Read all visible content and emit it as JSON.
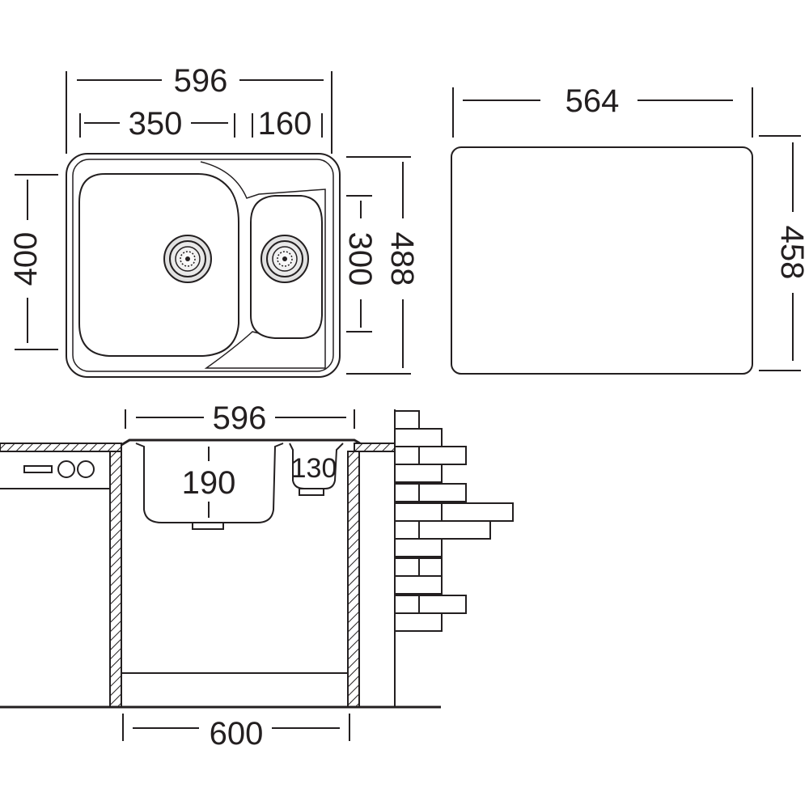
{
  "top_view": {
    "overall_width": "596",
    "main_bowl_width": "350",
    "small_bowl_width": "160",
    "overall_depth_inner": "400",
    "small_bowl_depth": "300",
    "overall_depth": "488"
  },
  "cutout": {
    "width": "564",
    "depth": "458"
  },
  "section_view": {
    "sink_width": "596",
    "main_bowl_depth": "190",
    "small_bowl_depth": "130",
    "cabinet_width": "600"
  }
}
